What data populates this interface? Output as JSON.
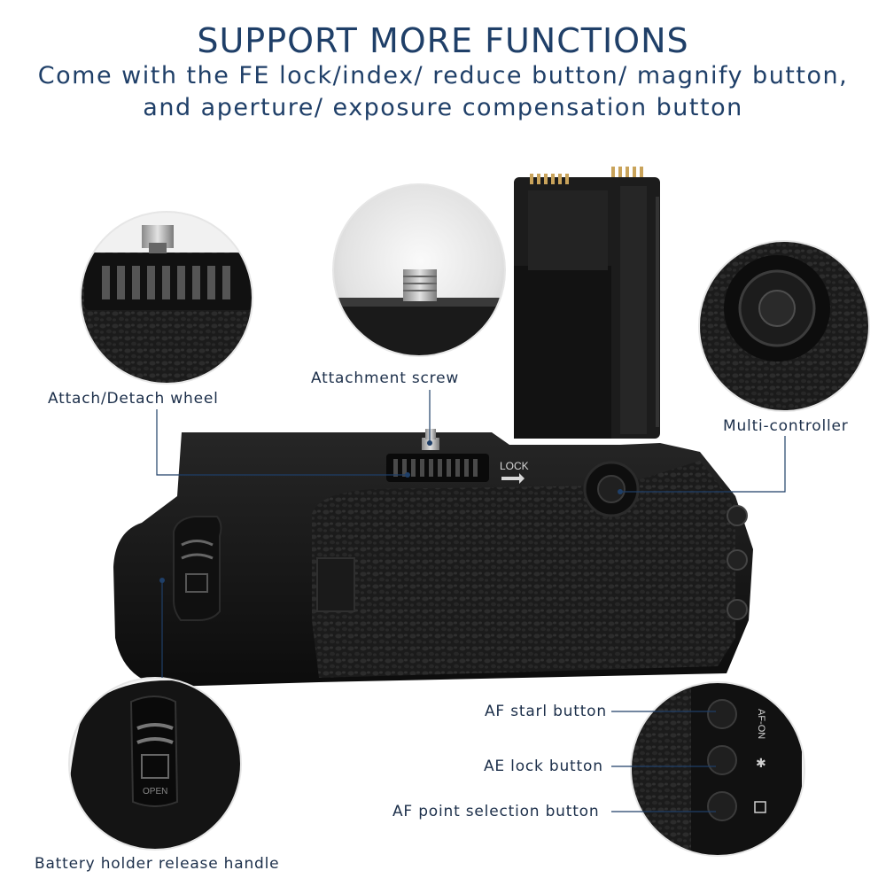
{
  "header": {
    "title": "SUPPORT MORE FUNCTIONS",
    "subtitle_line1": "Come with the FE lock/index/ reduce button/ magnify button,",
    "subtitle_line2": "and aperture/ exposure compensation button"
  },
  "callouts": {
    "attach_detach_wheel": "Attach/Detach wheel",
    "attachment_screw": "Attachment screw",
    "multi_controller": "Multi-controller",
    "af_start_button": "AF starl button",
    "ae_lock_button": "AE lock button",
    "af_point_selection_button": "AF point selection button",
    "battery_holder_release_handle": "Battery holder release handle"
  },
  "product_markings": {
    "lock": "LOCK",
    "open": "OPEN",
    "af_on": "AF-ON",
    "star": "✱"
  },
  "colors": {
    "heading": "#1f3f68",
    "label": "#1c2f4a",
    "leader_line": "#1f3f68",
    "grip_body": "#141414"
  }
}
